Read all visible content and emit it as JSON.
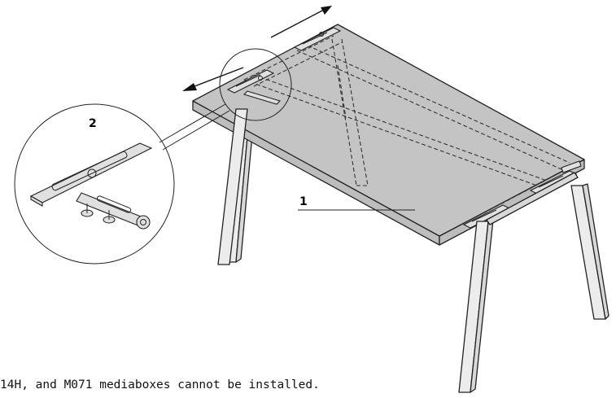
{
  "labels": {
    "tabletop": "1",
    "detail": "2"
  },
  "caption": "14H, and M071 mediaboxes cannot be installed.",
  "icons": {
    "table": "desk-frame-illustration",
    "bracket": "sliding-bracket-detail",
    "arrows": "double-headed-slide-arrow"
  },
  "colors": {
    "line": "#222222",
    "tabletop": "#c4c4c4",
    "background": "#ffffff"
  }
}
